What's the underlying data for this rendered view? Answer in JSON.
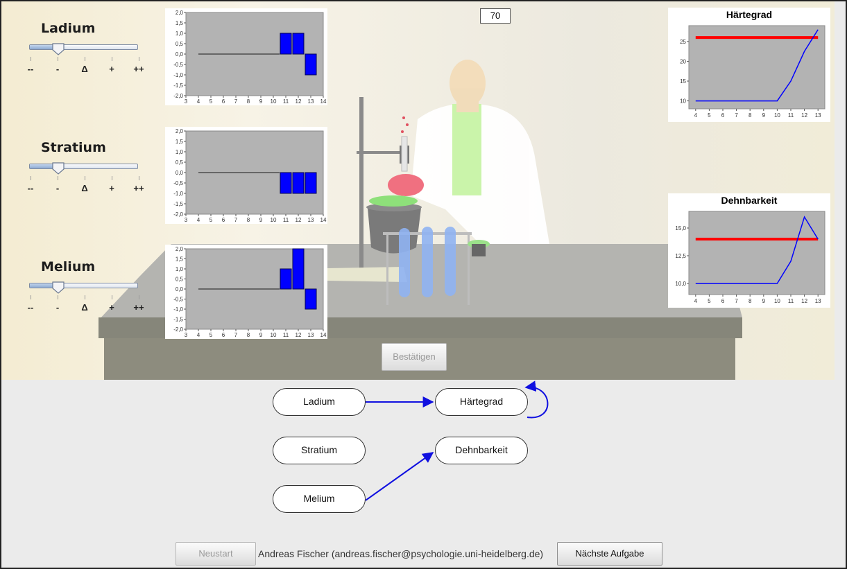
{
  "counter": "70",
  "sliders": [
    {
      "name": "Ladium",
      "value": "-"
    },
    {
      "name": "Stratium",
      "value": "-"
    },
    {
      "name": "Melium",
      "value": "-"
    }
  ],
  "slider_scale": [
    "--",
    "-",
    "Δ",
    "+",
    "++"
  ],
  "buttons": {
    "confirm": "Bestätigen",
    "restart": "Neustart",
    "next": "Nächste Aufgabe"
  },
  "footer": "Andreas Fischer (andreas.fischer@psychologie.uni-heidelberg.de)",
  "graph": {
    "nodes": [
      "Ladium",
      "Stratium",
      "Melium",
      "Härtegrad",
      "Dehnbarkeit"
    ],
    "edges": [
      {
        "from": "Ladium",
        "to": "Härtegrad"
      },
      {
        "from": "Härtegrad",
        "to": "Härtegrad"
      },
      {
        "from": "Melium",
        "to": "Dehnbarkeit"
      }
    ]
  },
  "colors": {
    "bar": "#0000ff",
    "target": "#ff0000",
    "actual": "#0000ff",
    "plot_bg": "#b3b3b3"
  },
  "chart_data": [
    {
      "type": "bar",
      "title": "",
      "x": [
        4,
        5,
        6,
        7,
        8,
        9,
        10,
        11,
        12,
        13
      ],
      "values": [
        0,
        0,
        0,
        0,
        0,
        0,
        0,
        1,
        1,
        -1
      ],
      "xlim": [
        3,
        14
      ],
      "ylim": [
        -2,
        2
      ],
      "xticks": [
        "3",
        "4",
        "5",
        "6",
        "7",
        "8",
        "9",
        "10",
        "11",
        "12",
        "13",
        "14"
      ],
      "yticks": [
        "2,0",
        "1,5",
        "1,0",
        "0,5",
        "0,0",
        "-0,5",
        "-1,0",
        "-1,5",
        "-2,0"
      ]
    },
    {
      "type": "bar",
      "title": "",
      "x": [
        4,
        5,
        6,
        7,
        8,
        9,
        10,
        11,
        12,
        13
      ],
      "values": [
        0,
        0,
        0,
        0,
        0,
        0,
        0,
        -1,
        -1,
        -1
      ],
      "xlim": [
        3,
        14
      ],
      "ylim": [
        -2,
        2
      ],
      "xticks": [
        "3",
        "4",
        "5",
        "6",
        "7",
        "8",
        "9",
        "10",
        "11",
        "12",
        "13",
        "14"
      ],
      "yticks": [
        "2,0",
        "1,5",
        "1,0",
        "0,5",
        "0,0",
        "-0,5",
        "-1,0",
        "-1,5",
        "-2,0"
      ]
    },
    {
      "type": "bar",
      "title": "",
      "x": [
        4,
        5,
        6,
        7,
        8,
        9,
        10,
        11,
        12,
        13
      ],
      "values": [
        0,
        0,
        0,
        0,
        0,
        0,
        0,
        1,
        2,
        -1
      ],
      "xlim": [
        3,
        14
      ],
      "ylim": [
        -2,
        2
      ],
      "xticks": [
        "3",
        "4",
        "5",
        "6",
        "7",
        "8",
        "9",
        "10",
        "11",
        "12",
        "13",
        "14"
      ],
      "yticks": [
        "2,0",
        "1,5",
        "1,0",
        "0,5",
        "0,0",
        "-0,5",
        "-1,0",
        "-1,5",
        "-2,0"
      ]
    },
    {
      "type": "line",
      "title": "Härtegrad",
      "x": [
        4,
        5,
        6,
        7,
        8,
        9,
        10,
        11,
        12,
        13
      ],
      "series": [
        {
          "values": [
            10,
            10,
            10,
            10,
            10,
            10,
            10,
            15,
            22.5,
            28
          ]
        },
        {
          "values": [
            26,
            26,
            26,
            26,
            26,
            26,
            26,
            26,
            26,
            26
          ]
        }
      ],
      "xlim": [
        3.5,
        13.5
      ],
      "ylim": [
        8,
        29
      ],
      "xticks": [
        "4",
        "5",
        "6",
        "7",
        "8",
        "9",
        "10",
        "11",
        "12",
        "13"
      ],
      "yticks": [
        "25",
        "20",
        "15",
        "10"
      ]
    },
    {
      "type": "line",
      "title": "Dehnbarkeit",
      "x": [
        4,
        5,
        6,
        7,
        8,
        9,
        10,
        11,
        12,
        13
      ],
      "series": [
        {
          "values": [
            10,
            10,
            10,
            10,
            10,
            10,
            10,
            12,
            16,
            14
          ]
        },
        {
          "values": [
            14,
            14,
            14,
            14,
            14,
            14,
            14,
            14,
            14,
            14
          ]
        }
      ],
      "xlim": [
        3.5,
        13.5
      ],
      "ylim": [
        9,
        16.5
      ],
      "xticks": [
        "4",
        "5",
        "6",
        "7",
        "8",
        "9",
        "10",
        "11",
        "12",
        "13"
      ],
      "yticks": [
        "15,0",
        "12,5",
        "10,0"
      ]
    }
  ]
}
